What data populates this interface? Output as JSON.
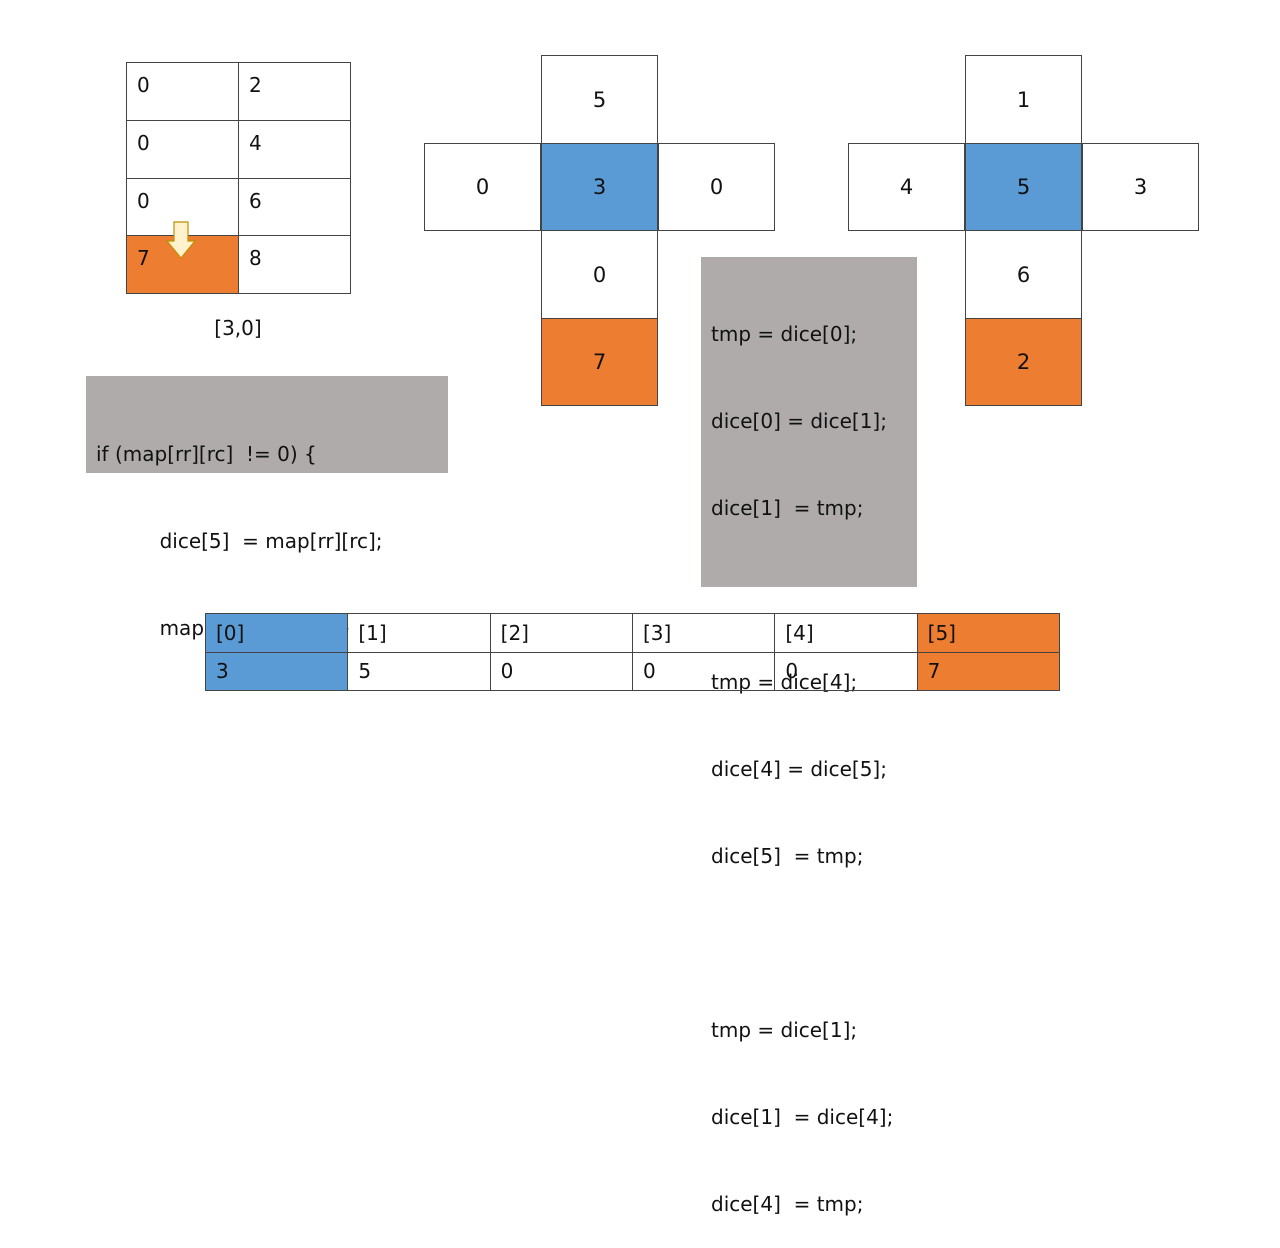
{
  "map": {
    "rows": [
      [
        "0",
        "2"
      ],
      [
        "0",
        "4"
      ],
      [
        "0",
        "6"
      ],
      [
        "7",
        "8"
      ]
    ],
    "coord_label": "[3,0]"
  },
  "code_snippet_1": {
    "lines": [
      "if (map[rr][rc]  != 0) {",
      "          dice[5]  = map[rr][rc];",
      "          map[rr][rc]  = 0;  }"
    ]
  },
  "code_snippet_2": {
    "lines": [
      "tmp = dice[0];",
      "dice[0] = dice[1];",
      "dice[1]  = tmp;",
      "",
      "tmp = dice[4];",
      "dice[4] = dice[5];",
      "dice[5]  = tmp;",
      "",
      "tmp = dice[1];",
      "dice[1]  = dice[4];",
      "dice[4]  = tmp;"
    ]
  },
  "dice_net_before": {
    "top": "5",
    "left": "0",
    "center": "3",
    "right": "0",
    "bottom": "0",
    "last": "7"
  },
  "dice_net_after": {
    "top": "1",
    "left": "4",
    "center": "5",
    "right": "3",
    "bottom": "6",
    "last": "2"
  },
  "dice_array": {
    "indices": [
      "[0]",
      "[1]",
      "[2]",
      "[3]",
      "[4]",
      "[5]"
    ],
    "values": [
      "3",
      "5",
      "0",
      "0",
      "0",
      "7"
    ]
  },
  "colors": {
    "blue": "#5B9BD5",
    "orange": "#ED7D31",
    "code_bg": "#AFABAB",
    "arrow_fill": "#FFF2CC"
  },
  "icons": {
    "down_arrow": "down-arrow-icon"
  }
}
